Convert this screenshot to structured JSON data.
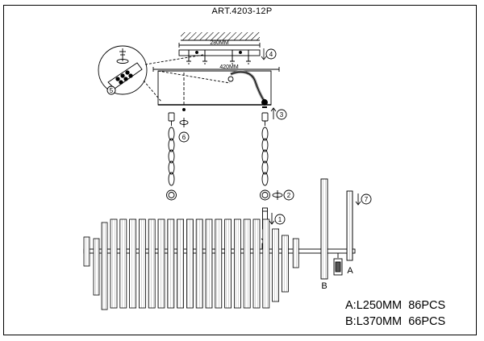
{
  "title": "ART.4203-12P",
  "dimensions": {
    "bracket_width": "280MM",
    "body_width": "420MM"
  },
  "steps": [
    "1",
    "2",
    "3",
    "4",
    "5",
    "6",
    "7"
  ],
  "rod_labels": {
    "a": "A",
    "b": "B"
  },
  "legend": [
    {
      "code": "A:",
      "length": "L250MM",
      "quantity": "86PCS"
    },
    {
      "code": "B:",
      "length": "L370MM",
      "quantity": "66PCS"
    }
  ]
}
